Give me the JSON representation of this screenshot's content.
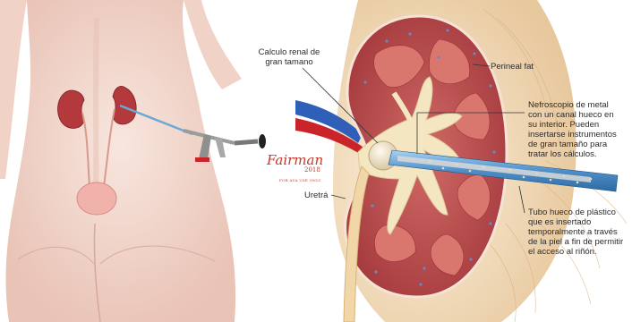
{
  "diagram": {
    "labels": {
      "stone": [
        "Calculo renal de",
        "gran tamano"
      ],
      "perineal_fat": [
        "Perineal fat"
      ],
      "nephroscope": [
        "Nefroscopio de metal",
        "con un canal hueco en",
        "su interior. Pueden",
        "insertarse instrumentos",
        "de gran tamaño para",
        "tratar los cálculos."
      ],
      "ureter": [
        "Uretrá"
      ],
      "tube": [
        "Tubo hueco de plástico",
        "que es insertado",
        "temporalmente a través",
        "de la piel a fin de permitir",
        "el acceso al riñón."
      ]
    },
    "signature": {
      "name": "Fairman",
      "year": "2018",
      "note": "FOR AVA USE ONLY"
    },
    "colors": {
      "skin": "#f3d9cf",
      "kidney": "#b64a4c",
      "pyramid": "#d9776f",
      "collecting": "#f4e6c0",
      "fat": "#f1dcb6",
      "vein": "#2f5fb8",
      "artery": "#c9242a",
      "tube": "#6aa8d8",
      "callout": "#333333"
    }
  }
}
